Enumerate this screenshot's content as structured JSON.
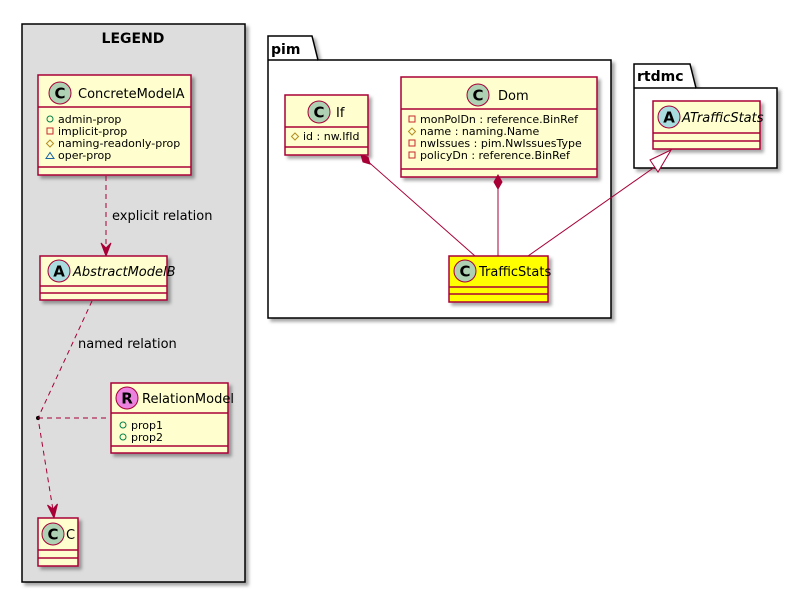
{
  "legend": {
    "title": "LEGEND",
    "concrete_model": {
      "name": "ConcreteModelA",
      "stereotype_letter": "C",
      "members": [
        {
          "visibility": "public",
          "name": "admin-prop"
        },
        {
          "visibility": "private",
          "name": "implicit-prop"
        },
        {
          "visibility": "protected",
          "name": "naming-readonly-prop"
        },
        {
          "visibility": "package",
          "name": "oper-prop"
        }
      ]
    },
    "abstract_model": {
      "name": "AbstractModelB",
      "stereotype_letter": "A"
    },
    "relation_model": {
      "name": "RelationModel",
      "stereotype_letter": "R",
      "members": [
        {
          "visibility": "public",
          "name": "prop1"
        },
        {
          "visibility": "public",
          "name": "prop2"
        }
      ]
    },
    "target_class": {
      "name": "C",
      "stereotype_letter": "C"
    },
    "explicit_relation_label": "explicit relation",
    "named_relation_label": "named relation"
  },
  "pim": {
    "title": "pim",
    "if_class": {
      "name": "If",
      "stereotype_letter": "C",
      "members": [
        {
          "visibility": "protected",
          "name": "id : nw.IfId"
        }
      ]
    },
    "dom_class": {
      "name": "Dom",
      "stereotype_letter": "C",
      "members": [
        {
          "visibility": "private",
          "name": "monPolDn : reference.BinRef"
        },
        {
          "visibility": "protected",
          "name": "name : naming.Name"
        },
        {
          "visibility": "private",
          "name": "nwIssues : pim.NwIssuesType"
        },
        {
          "visibility": "private",
          "name": "policyDn : reference.BinRef"
        }
      ]
    },
    "traffic_stats": {
      "name": "TrafficStats",
      "stereotype_letter": "C"
    }
  },
  "rtdmc": {
    "title": "rtdmc",
    "atraffic_stats": {
      "name": "ATrafficStats",
      "stereotype_letter": "A"
    }
  },
  "colors": {
    "class_fill": "#FEFECE",
    "class_border": "#A80036",
    "highlight_fill": "#FFFF00",
    "legend_fill": "#DDDDDD",
    "circle_class": "#ADD1B2",
    "circle_relation": "#EB82DF",
    "visibility_public": "#038048",
    "visibility_private": "#C82930",
    "visibility_protected": "#B38D22",
    "visibility_package": "#1963A0"
  }
}
